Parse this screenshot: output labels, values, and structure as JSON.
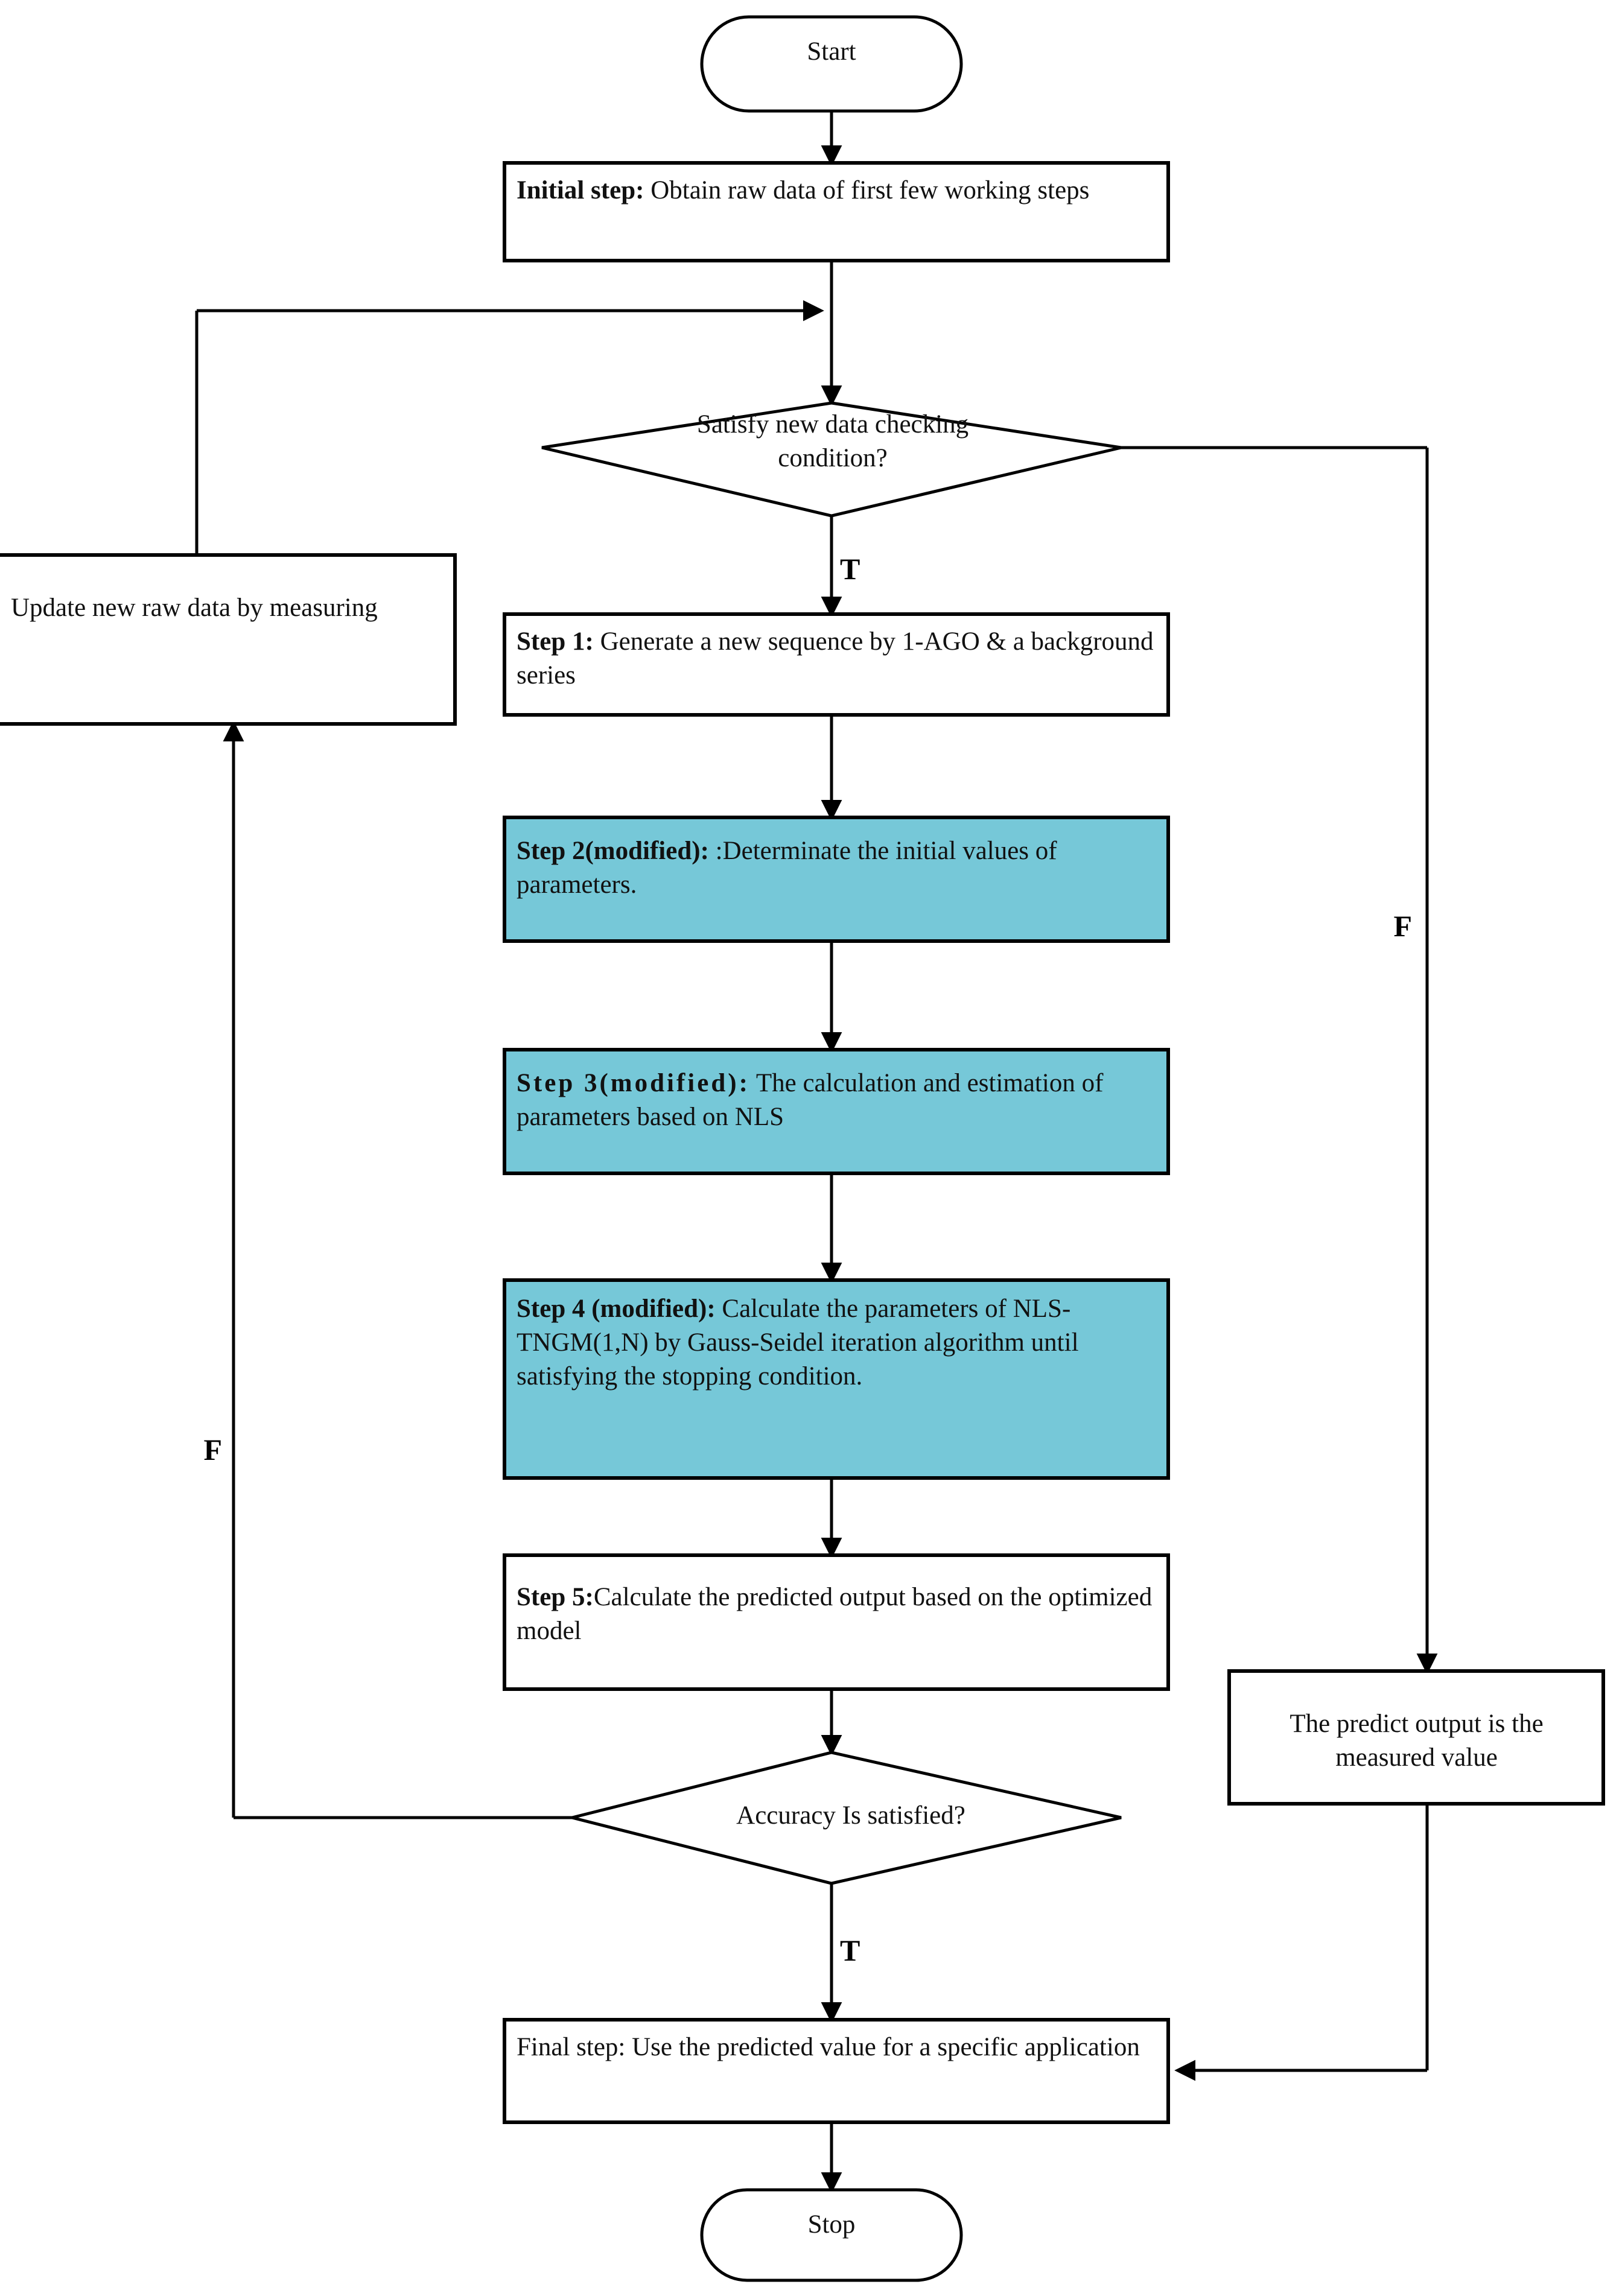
{
  "diagram": {
    "title": "NLS-TNGM(1,N) rolling prediction flowchart",
    "accent_fill": "#76C8D8",
    "plain_fill": "#FFFFFF",
    "stroke": "#000000"
  },
  "nodes": {
    "start": {
      "label": "Start",
      "shape": "terminator"
    },
    "initial_step": {
      "bold_prefix": "Initial step:",
      "text": " Obtain raw data of first few working steps",
      "shape": "process"
    },
    "check_decision": {
      "line1": "Satisfy new data checking",
      "line2": "condition?",
      "shape": "decision"
    },
    "update_raw": {
      "text": "Update new raw data by measuring",
      "shape": "process"
    },
    "step1": {
      "bold_prefix": "Step 1:",
      "text": " Generate a new sequence by 1-AGO & a background series",
      "shape": "process"
    },
    "step2": {
      "bold_prefix": "Step 2(modified):",
      "text": " :Determinate the initial values of parameters.",
      "shape": "process",
      "highlighted": true
    },
    "step3": {
      "bold_prefix": "Step 3(modified):",
      "text": " The calculation and estimation of parameters based on NLS",
      "shape": "process",
      "highlighted": true
    },
    "step4": {
      "bold_prefix": "Step 4 (modified):",
      "text": " Calculate the parameters of NLS-TNGM(1,N) by Gauss-Seidel iteration algorithm until satisfying the stopping condition.",
      "shape": "process",
      "highlighted": true
    },
    "step5": {
      "bold_prefix": "Step 5:",
      "text": "Calculate the predicted output based on the optimized model",
      "shape": "process"
    },
    "accuracy_decision": {
      "text": "Accuracy Is satisfied?",
      "shape": "decision"
    },
    "measured_value": {
      "line1": "The predict output is the",
      "line2": "measured value",
      "shape": "process"
    },
    "final_step": {
      "bold_prefix": "Final step:",
      "text": " Use the predicted value for a specific application",
      "shape": "process"
    },
    "stop": {
      "label": "Stop",
      "shape": "terminator"
    }
  },
  "edge_labels": {
    "check_true": "T",
    "check_false": "F",
    "accuracy_true": "T",
    "accuracy_false": "F"
  }
}
